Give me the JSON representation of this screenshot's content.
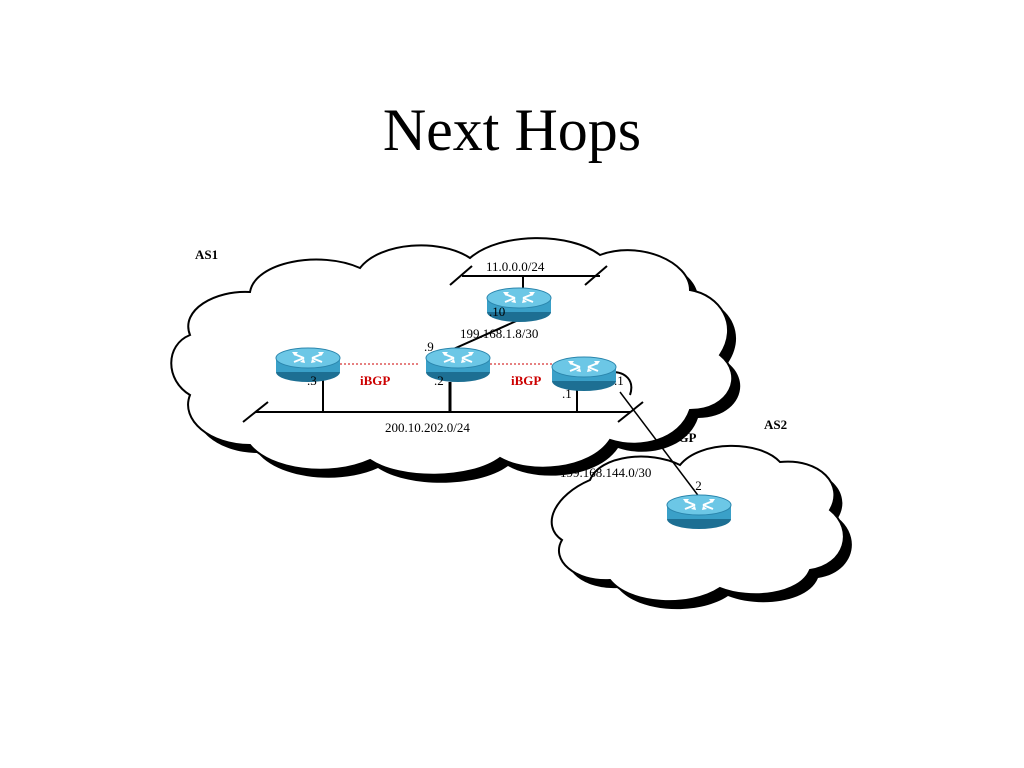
{
  "slide": {
    "title": "Next Hops"
  },
  "diagram": {
    "as1_label": "AS1",
    "as2_label": "AS2",
    "subnets": {
      "top": "11.0.0.0/24",
      "mid": "199.168.1.8/30",
      "bottom": "200.10.202.0/24",
      "ebgp": "199.168.144.0/30"
    },
    "interfaces": {
      "top_router_10": ".10",
      "center_router_9": ".9",
      "left_router_3": ".3",
      "center_router_2": ".2",
      "right_router_1_up": ".1",
      "right_router_1_down": ".1",
      "as2_router_2": ".2"
    },
    "sessions": {
      "ibgp_left": "iBGP",
      "ibgp_right": "iBGP",
      "ebgp": "eBGP"
    },
    "colors": {
      "ibgp": "#cc0000",
      "router_body": "#3aa0c8",
      "router_top": "#5cc0e0",
      "cloud_fill": "#ffffff",
      "cloud_shadow": "#000000"
    }
  }
}
